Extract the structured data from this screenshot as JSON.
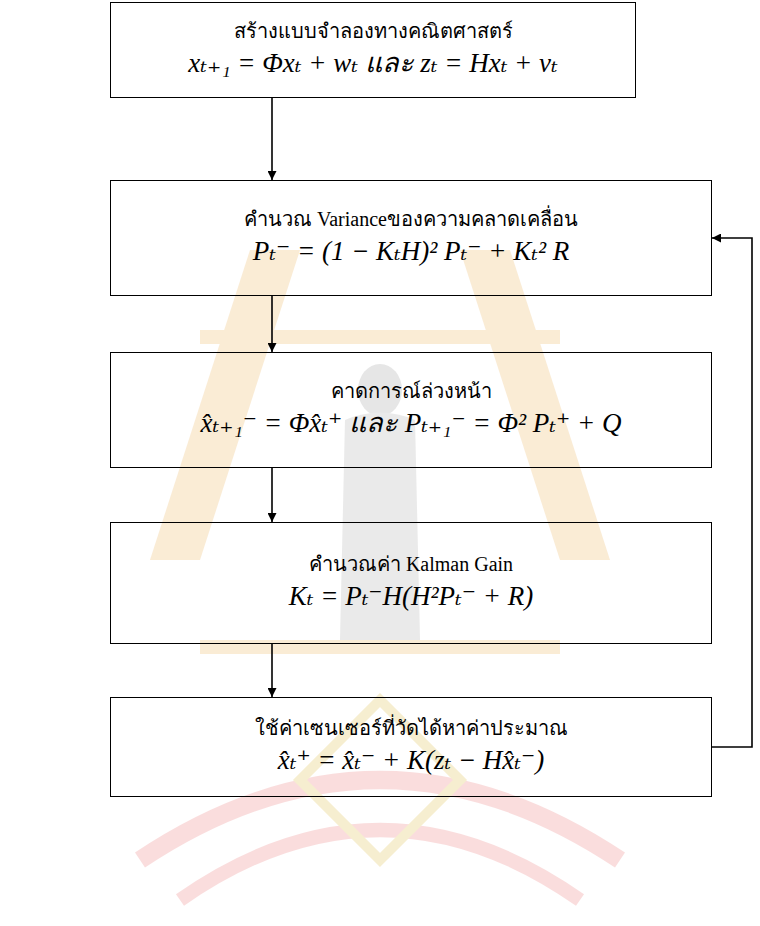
{
  "diagram": {
    "nodes": [
      {
        "text": [
          "สร้างแบบจำลองทางคณิตศาสตร์",
          "xₜ₊₁ = Φxₜ + wₜ และ zₜ = Hxₜ + vₜ"
        ]
      },
      {
        "text": [
          "คำนวณ Varianceของความคลาดเคลื่อน",
          "Pₜ⁻ = (1 − KₜH)² Pₜ⁻ + Kₜ² R"
        ]
      },
      {
        "text": [
          "คาดการณ์ล่วงหน้า",
          "x̂ₜ₊₁⁻ = Φx̂ₜ⁺ และ Pₜ₊₁⁻ = Φ² Pₜ⁺ + Q"
        ]
      },
      {
        "text": [
          "คำนวณค่า Kalman Gain",
          "Kₜ = Pₜ⁻H(H²Pₜ⁻ + R)"
        ]
      },
      {
        "text": [
          "ใช้ค่าเซนเซอร์ที่วัดได้หาค่าประมาณ",
          "x̂ₜ⁺ = x̂ₜ⁻ + K(zₜ − Hx̂ₜ⁻)"
        ]
      }
    ],
    "edges": [
      {
        "from": 0,
        "to": 1,
        "arrow": "to"
      },
      {
        "from": 1,
        "to": 2,
        "arrow": "to"
      },
      {
        "from": 2,
        "to": 3,
        "arrow": "to"
      },
      {
        "from": 3,
        "to": 4,
        "arrow": "to"
      },
      {
        "from": 4,
        "to": 1,
        "arrow": "to"
      }
    ]
  }
}
